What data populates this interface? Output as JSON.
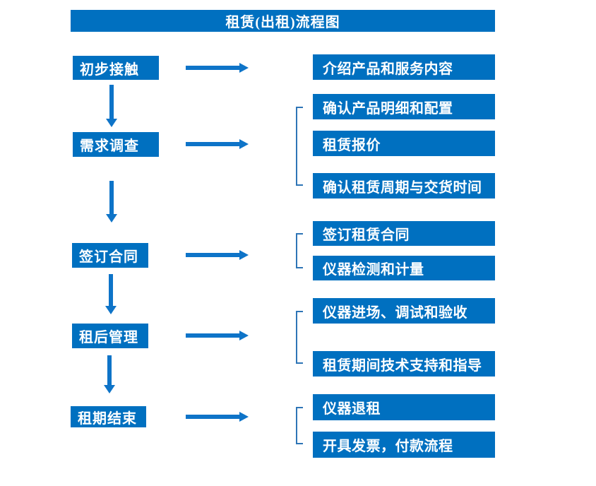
{
  "title": "租赁(出租)流程图",
  "colors": {
    "primary": "#0070C0",
    "arrow": "#0E74C8",
    "bracket": "#2E75B6",
    "text": "#FFFFFF",
    "background": "#FFFFFF"
  },
  "steps": [
    {
      "label": "初步接触",
      "details": [
        "介绍产品和服务内容"
      ]
    },
    {
      "label": "需求调查",
      "details": [
        "确认产品明细和配置",
        "租赁报价",
        "确认租赁周期与交货时间"
      ]
    },
    {
      "label": "签订合同",
      "details": [
        "签订租赁合同",
        "仪器检测和计量"
      ]
    },
    {
      "label": "租后管理",
      "details": [
        "仪器进场、调试和验收",
        "租赁期间技术支持和指导"
      ]
    },
    {
      "label": "租期结束",
      "details": [
        "仪器退租",
        "开具发票，付款流程"
      ]
    }
  ]
}
